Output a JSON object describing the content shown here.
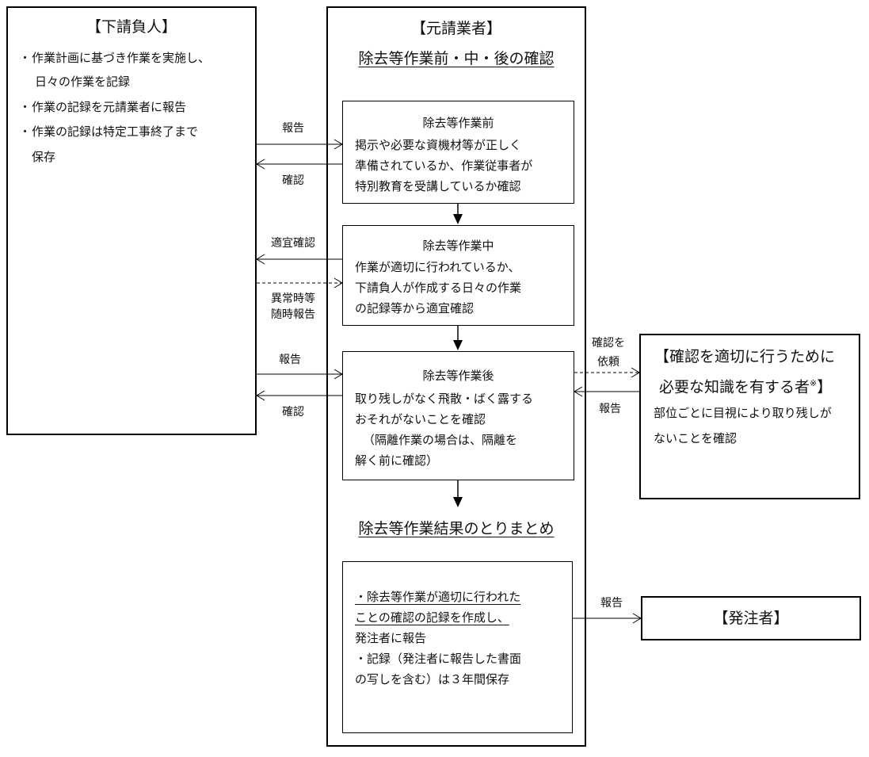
{
  "subcontractor": {
    "title": "【下請負人】",
    "items": [
      "作業計画に基づき作業を実施し、",
      "日々の作業を記録",
      "作業の記録を元請業者に報告",
      "作業の記録は特定工事終了まで",
      "保存"
    ],
    "bullet": "・"
  },
  "prime": {
    "title": "【元請業者】",
    "subtitle": "除去等作業前・中・後の確認",
    "before": {
      "heading": "除去等作業前",
      "lines": [
        "掲示や必要な資機材等が正しく",
        "準備されているか、作業従事者が",
        "特別教育を受講しているか確認"
      ]
    },
    "during": {
      "heading": "除去等作業中",
      "lines": [
        "作業が適切に行われているか、",
        "下請負人が作成する日々の作業",
        "の記録等から適宜確認"
      ]
    },
    "after": {
      "heading": "除去等作業後",
      "lines": [
        "取り残しがなく飛散・ばく露する",
        "おそれがないことを確認",
        "（隔離作業の場合は、隔離を",
        "解く前に確認）"
      ]
    },
    "summary_title": "除去等作業結果のとりまとめ",
    "summary": {
      "lines": [
        "・除去等作業が適切に行われた",
        "ことの確認の記録を作成し、",
        "発注者に報告",
        "・記録（発注者に報告した書面",
        "の写しを含む）は３年間保存"
      ]
    }
  },
  "expert": {
    "title_line1": "【確認を適切に行うために",
    "title_line2": "必要な知識を有する者",
    "note_mark": "※",
    "title_close": "】",
    "lines": [
      "部位ごとに目視により取り残しが",
      "ないことを確認"
    ]
  },
  "client": {
    "title": "【発注者】"
  },
  "arrows": {
    "report1": "報告",
    "confirm1": "確認",
    "timely": "適宜確認",
    "abnormal1": "異常時等",
    "abnormal2": "随時報告",
    "report2": "報告",
    "confirm2": "確認",
    "request1": "確認を",
    "request2": "依頼",
    "report3": "報告",
    "report4": "報告"
  }
}
